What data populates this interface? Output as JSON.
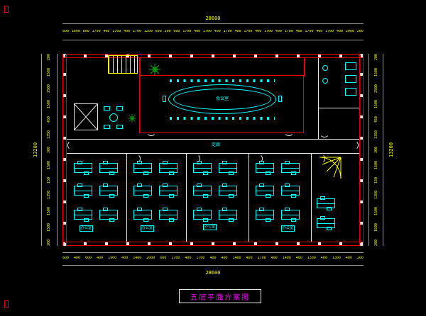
{
  "title": "五层平面方案图",
  "colors": {
    "background": "#000000",
    "wall": "#ee0000",
    "dimension_text": "#ffff00",
    "partition_lines": "#e8e8e8",
    "furniture": "#00ffff",
    "title_text": "#ff00ff",
    "stairs": "#ffff00",
    "plant": "#00aa00"
  },
  "dimensions": {
    "top_total": "28600",
    "bottom_total": "28600",
    "left_total": "13200",
    "right_total": "13200",
    "top_chain": [
      "600",
      "1600",
      "800",
      "1700",
      "400",
      "1700",
      "400",
      "1700",
      "1200",
      "600",
      "200",
      "600",
      "1700",
      "400",
      "1700",
      "400",
      "1700",
      "400",
      "1700",
      "400",
      "1700",
      "400",
      "1700",
      "400",
      "1700",
      "400",
      "1700",
      "400",
      "2000",
      "200"
    ],
    "bottom_chain": [
      "600",
      "400",
      "600",
      "400",
      "1900",
      "400",
      "1400",
      "2000",
      "600",
      "1700",
      "400",
      "1700",
      "400",
      "400",
      "1400",
      "400",
      "1700",
      "400",
      "1400",
      "400",
      "1300",
      "400",
      "1300",
      "400",
      "200"
    ],
    "left_chain": [
      "200",
      "1500",
      "2500",
      "1500",
      "450",
      "1350",
      "300",
      "1500",
      "150",
      "1350",
      "1500",
      "1500",
      "200"
    ],
    "right_chain": [
      "200",
      "1500",
      "2500",
      "1500",
      "450",
      "1350",
      "300",
      "1500",
      "150",
      "1350",
      "1500",
      "1500",
      "200"
    ]
  },
  "rooms": {
    "conference": "会议室",
    "corridor": "走廊",
    "offices": [
      "办公室",
      "办公室",
      "办公室",
      "办公室"
    ]
  },
  "icons": {
    "plant-icon": "radial line plant symbol (green)",
    "elevator-icon": "rectangle with X cross",
    "stair-icon": "striped treads (yellow)",
    "spiral-stair-icon": "quarter-circle fan (yellow)",
    "door-arc-icon": "quarter-circle swing arc (white)"
  }
}
